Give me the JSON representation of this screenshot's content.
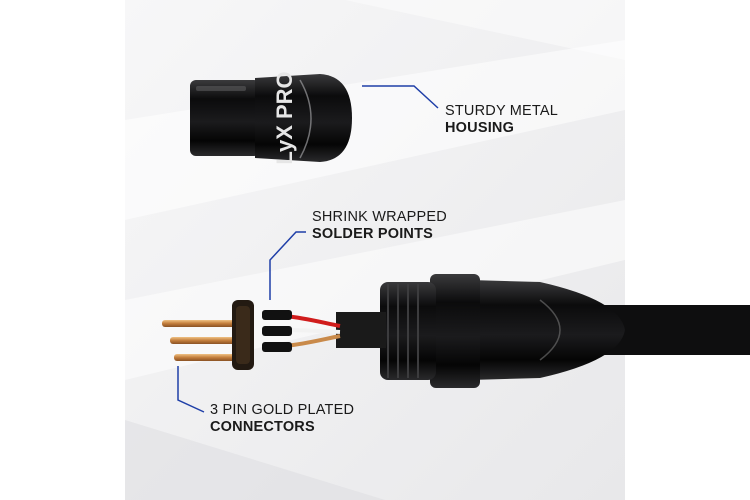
{
  "brand": {
    "logo_text": "LyX PRO"
  },
  "callouts": {
    "housing": {
      "line1": "STURDY METAL",
      "line2": "HOUSING"
    },
    "solder": {
      "line1": "SHRINK WRAPPED",
      "line2": "SOLDER POINTS"
    },
    "pins": {
      "line1": "3 PIN GOLD PLATED",
      "line2": "CONNECTORS"
    }
  },
  "colors": {
    "leader_line": "#1f3fa8",
    "metal_black": "#111111",
    "gold_pin": "#c98a4a",
    "background": "#f1f1f2"
  }
}
